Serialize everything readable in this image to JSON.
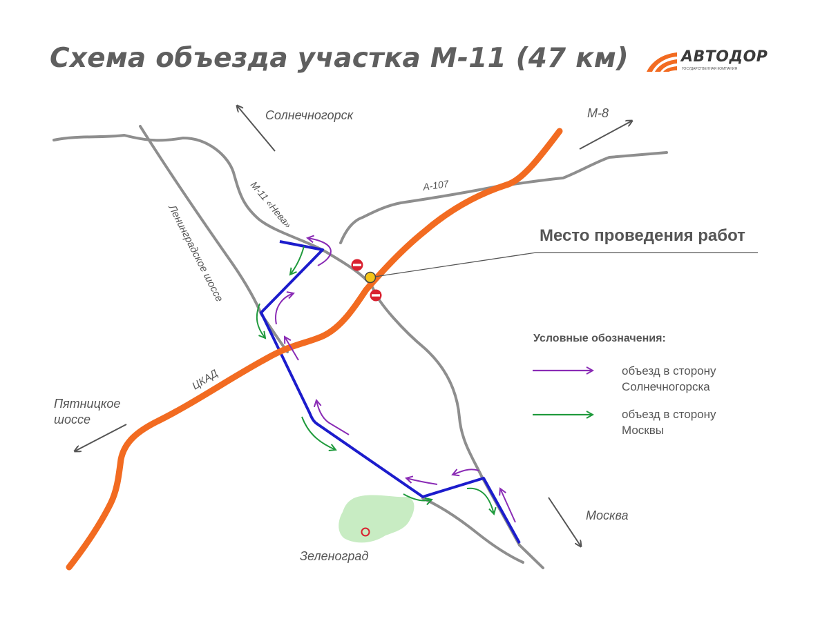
{
  "title": "Схема объезда участка М-11 (47 км)",
  "logo": {
    "name": "АВТОДОР",
    "subtitle": "ГОСУДАРСТВЕННАЯ КОМПАНИЯ",
    "color": "#f26b21"
  },
  "map": {
    "direction_labels": {
      "solnechnogorsk": "Солнечногорск",
      "m8": "М-8",
      "pyatnitskoe_line1": "Пятницкое",
      "pyatnitskoe_line2": "шоссе",
      "moskva": "Москва"
    },
    "road_labels": {
      "m11": "М-11 «Нева»",
      "a107": "А-107",
      "leningradskoe": "Ленинградское шоссе",
      "tskad": "ЦКАД"
    },
    "city": "Зеленоград",
    "work_site_label": "Место проведения работ",
    "colors": {
      "road": "#8e8e8e",
      "tskad": "#f26b21",
      "detour_route": "#1c1ccc",
      "to_solnechnogorsk": "#8a2bb5",
      "to_moscow": "#1f9a3c",
      "city_area": "#c8ecc3",
      "work_site": "#f5c518",
      "no_entry": "#d9202f"
    }
  },
  "legend": {
    "title": "Условные обозначения:",
    "items": [
      {
        "line1": "объезд в сторону",
        "line2": "Солнечногорска",
        "color": "#8a2bb5"
      },
      {
        "line1": "объезд в сторону",
        "line2": "Москвы",
        "color": "#1f9a3c"
      }
    ]
  }
}
